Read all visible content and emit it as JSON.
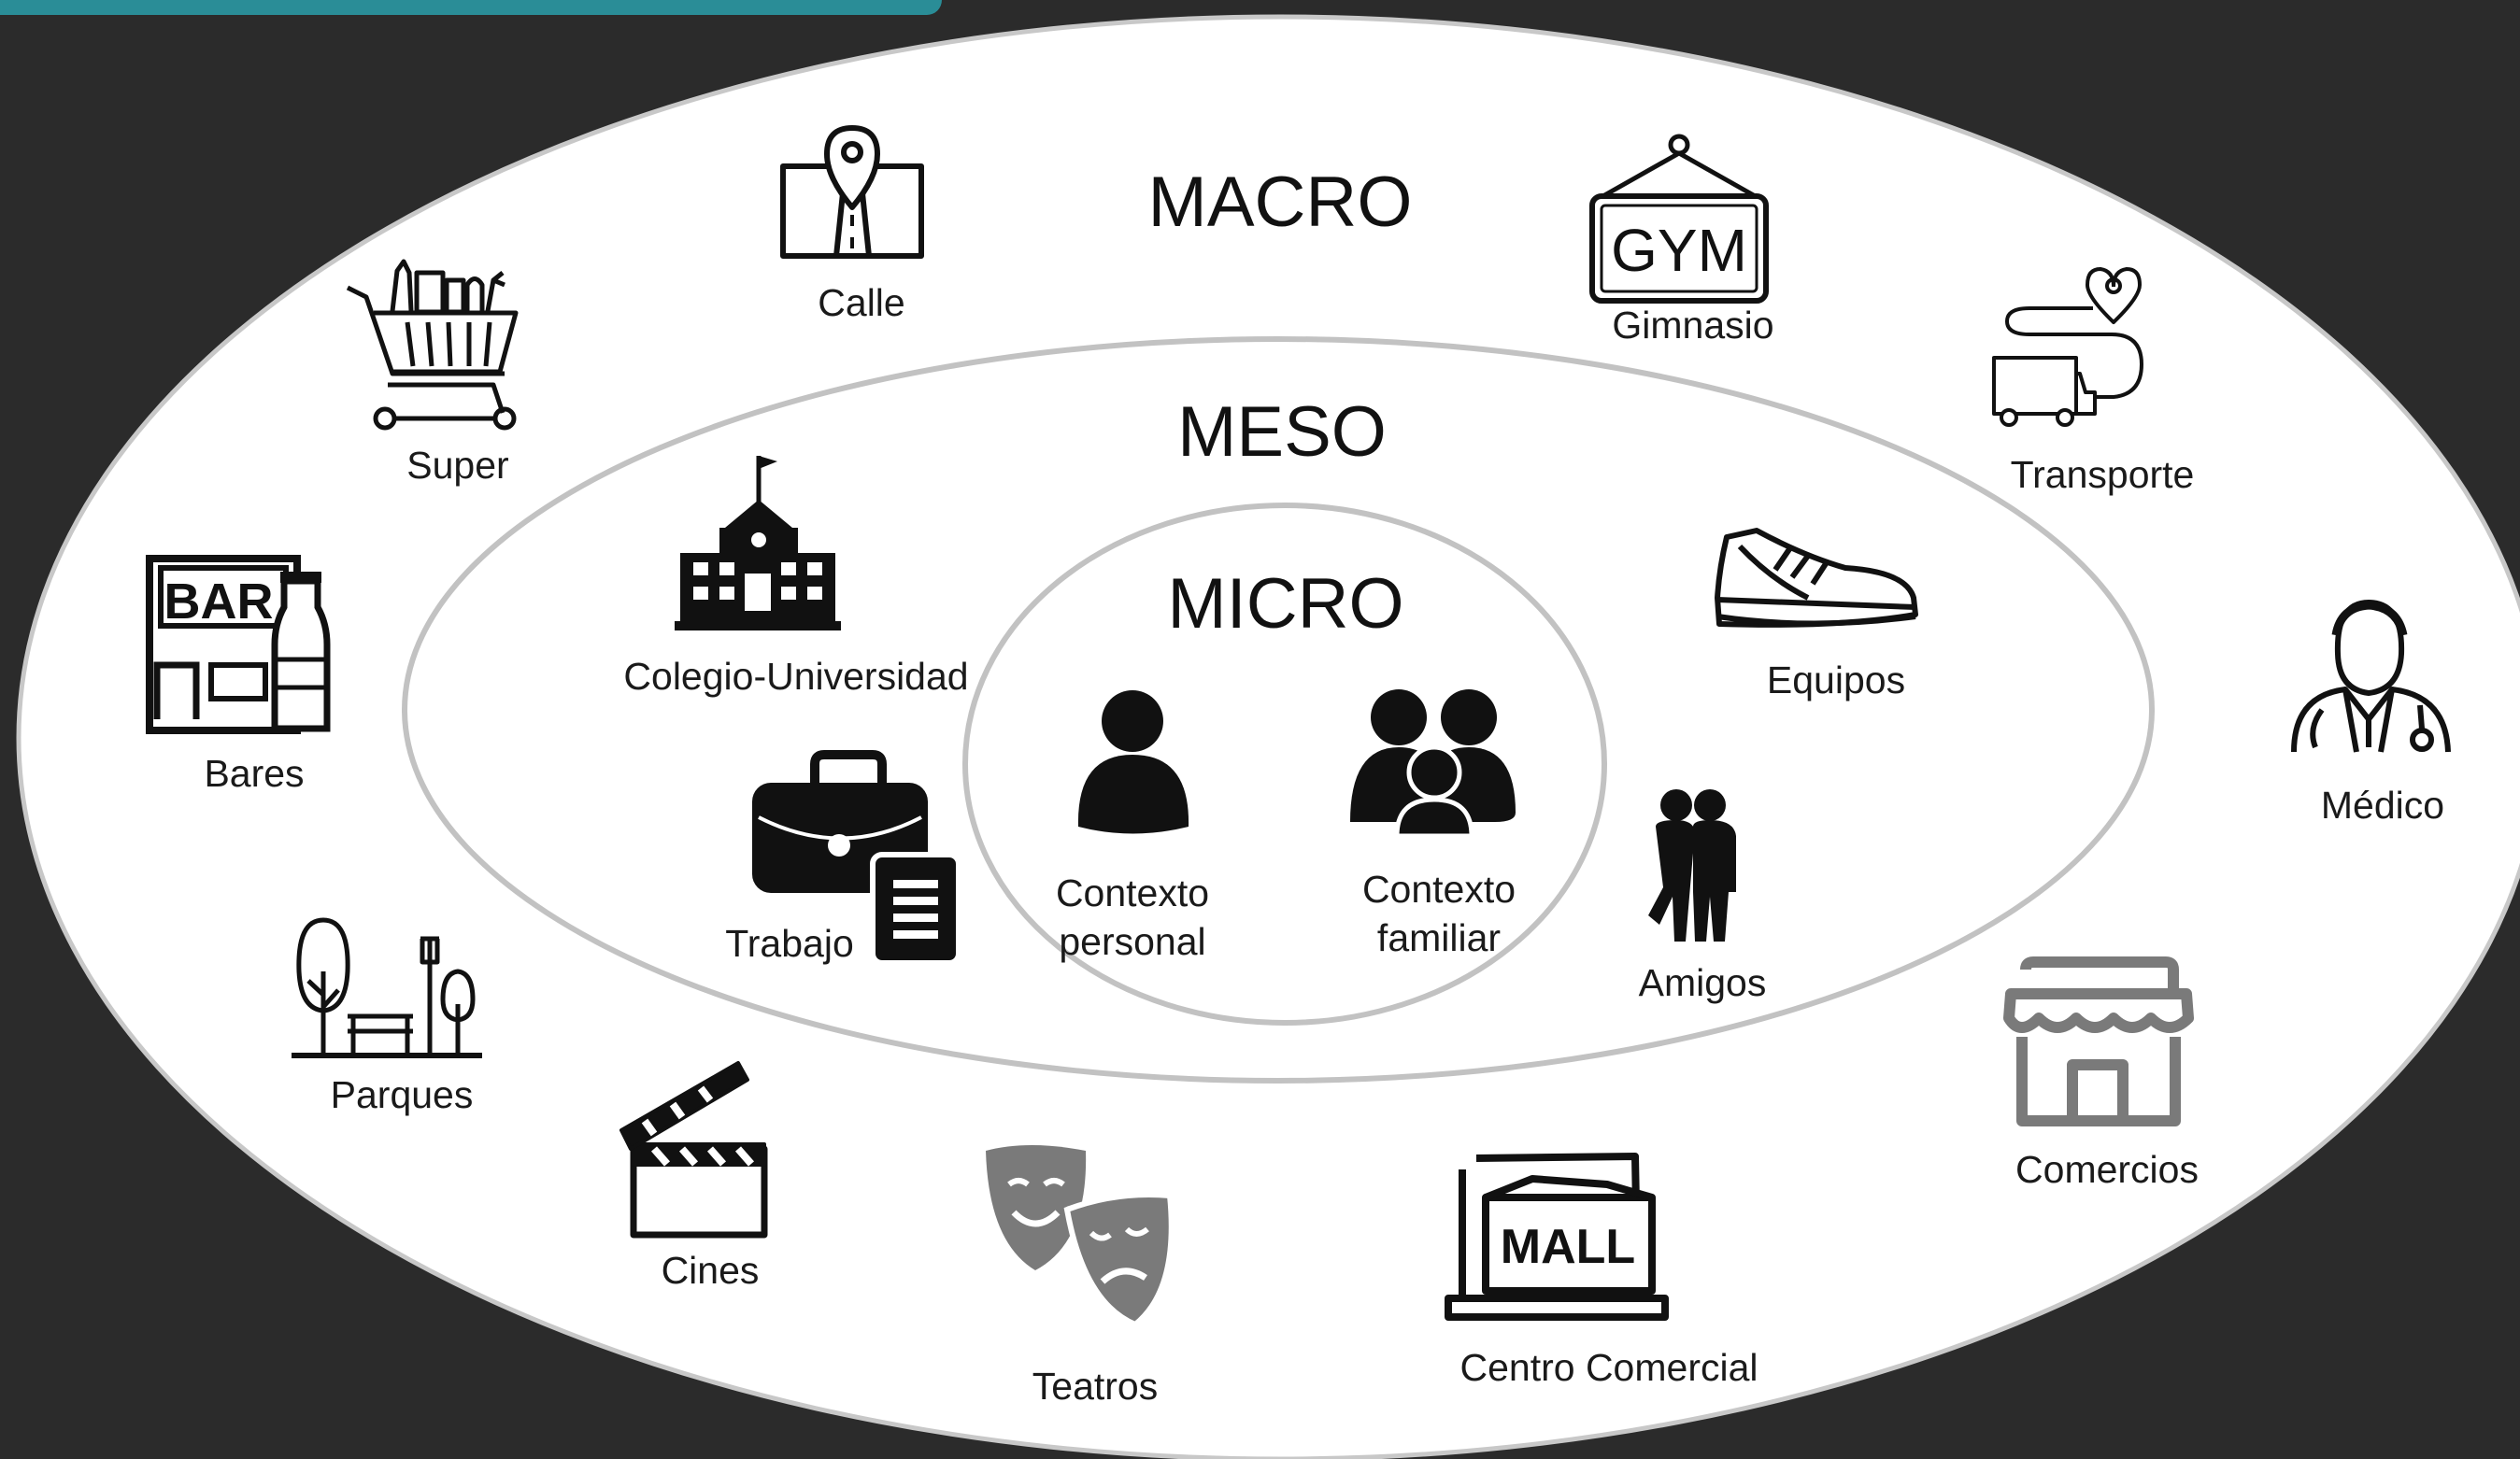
{
  "colors": {
    "background": "#2b2b2b",
    "accent_tab": "#2a8d97",
    "ellipse_fill": "#ffffff",
    "ring_stroke": "#bdbdbd",
    "icon_dark": "#111111",
    "icon_grey": "#7a7a7a"
  },
  "rings": {
    "macro": "MACRO",
    "meso": "MESO",
    "micro": "MICRO"
  },
  "micro": {
    "personal": {
      "icon": "person-icon",
      "line1": "Contexto",
      "line2": "personal"
    },
    "familiar": {
      "icon": "family-icon",
      "line1": "Contexto",
      "line2": "familiar"
    }
  },
  "meso": {
    "colegio": {
      "icon": "school-icon",
      "label": "Colegio-Universidad"
    },
    "trabajo": {
      "icon": "briefcase-icon",
      "label": "Trabajo"
    },
    "equipos": {
      "icon": "sneaker-icon",
      "label": "Equipos"
    },
    "amigos": {
      "icon": "friends-icon",
      "label": "Amigos"
    }
  },
  "macro": {
    "calle": {
      "icon": "street-map-icon",
      "label": "Calle"
    },
    "gimnasio": {
      "icon": "gym-sign-icon",
      "label": "Gimnasio",
      "sign_text": "GYM"
    },
    "super": {
      "icon": "shopping-cart-icon",
      "label": "Super"
    },
    "transporte": {
      "icon": "delivery-truck-icon",
      "label": "Transporte"
    },
    "bares": {
      "icon": "bar-icon",
      "label": "Bares",
      "sign_text": "BAR"
    },
    "medico": {
      "icon": "doctor-icon",
      "label": "Médico"
    },
    "parques": {
      "icon": "park-icon",
      "label": "Parques"
    },
    "comercios": {
      "icon": "store-icon",
      "label": "Comercios"
    },
    "cines": {
      "icon": "clapperboard-icon",
      "label": "Cines"
    },
    "teatros": {
      "icon": "theater-masks-icon",
      "label": "Teatros"
    },
    "centro": {
      "icon": "mall-icon",
      "label": "Centro Comercial",
      "sign_text": "MALL"
    }
  }
}
